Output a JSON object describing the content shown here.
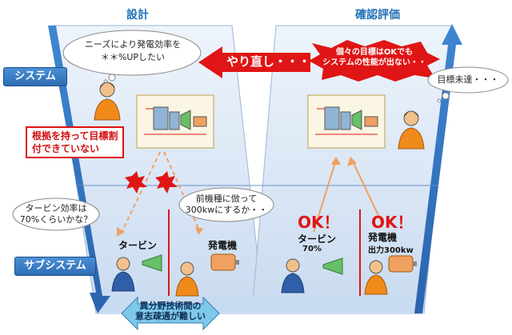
{
  "headings": {
    "design": "設計",
    "verification": "確認評価"
  },
  "levels": {
    "system": "システム",
    "subsystem": "サブシステム"
  },
  "bubbles": {
    "needs_line1": "ニーズにより発電効率を",
    "needs_line2": "＊＊%UPしたい",
    "unmet": "目標未達・・・",
    "turbine_q_line1": "タービン効率は",
    "turbine_q_line2": "70%くらいかな？",
    "generator_q_line1": "前機種に倣って",
    "generator_q_line2": "300kwにするか・・"
  },
  "redo": {
    "arrow_text": "やり直し・・・",
    "burst_line1": "個々の目標はOKでも",
    "burst_line2": "システムの性能が出ない・・"
  },
  "no_basis": {
    "line1": "根拠を持って目標割",
    "line2": "付できていない"
  },
  "components": {
    "turbine_left": "タービン",
    "generator_left": "発電機",
    "ok1": "OK！",
    "ok2": "OK！",
    "turbine_right": "タービン",
    "turbine_right_value": "70%",
    "generator_right": "発電機",
    "generator_right_value": "出力300kw"
  },
  "communication": {
    "line1": "異分野技術間の",
    "line2": "意志疎通が難しい"
  },
  "colors": {
    "blue": "#1f6fb8",
    "red": "#e01515",
    "orange": "#f0a060",
    "panel": "#d6e4f5"
  }
}
